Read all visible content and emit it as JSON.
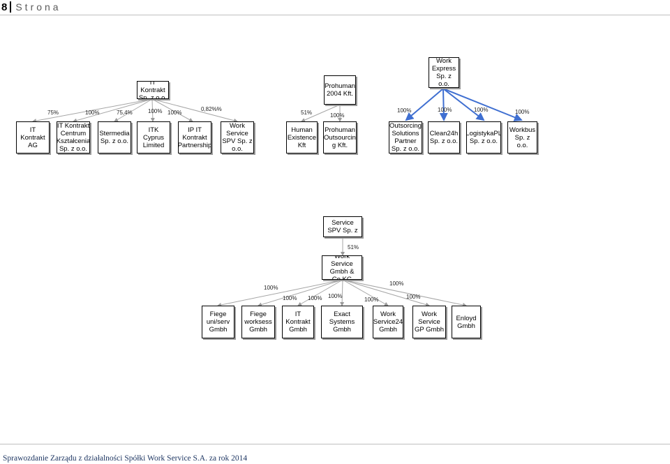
{
  "header": {
    "page_number": "8",
    "page_label": "Strona"
  },
  "footer": {
    "text": "Sprawozdanie Zarządu z działalności Spółki Work Service S.A. za rok 2014"
  },
  "chart1": {
    "parent": "IT Kontrakt Sp. z o.o.",
    "pct_line1": [
      "75%",
      "100%",
      "75,4%",
      "100%",
      "100%",
      "0,82%%"
    ],
    "children": [
      "IT Kontrakt AG",
      "IT Kontrakt Centrum Kształcenia Sp. z o.o.",
      "Stermedia Sp. z o.o.",
      "ITK Cyprus Limited",
      "IP IT Kontrakt Partnership",
      "Work Service SPV Sp. z o.o."
    ]
  },
  "chart2": {
    "parent": "Prohuman 2004 Kft.",
    "pct": [
      "51%",
      "100%"
    ],
    "children": [
      "Human Existence Kft",
      "Prohuman Outsourcin g Kft."
    ]
  },
  "chart3": {
    "parent": "Work Express Sp. z o.o.",
    "pct": [
      "100%",
      "100%",
      "100%",
      "100%"
    ],
    "children": [
      "Outsorcing Solutions Partner Sp. z o.o.",
      "Clean24h Sp. z o.o.",
      "LogistykaPL Sp. z o.o.",
      "Workbus Sp. z o.o."
    ],
    "arrow_color": "#3f6fd1"
  },
  "chart4": {
    "top": "Work Service SPV Sp. z o.o.",
    "top_pct": "51%",
    "parent": "Work Service Gmbh & Co.KG",
    "pct": [
      "100%",
      "100%",
      "100%",
      "100%",
      "100%",
      "100%",
      "100%"
    ],
    "children": [
      "Fiege uni/serv Gmbh",
      "Fiege worksess Gmbh",
      "IT Kontrakt Gmbh",
      "Exact Systems Gmbh",
      "Work Service24 Gmbh",
      "Work Service GP Gmbh",
      "Enloyd Gmbh"
    ]
  }
}
